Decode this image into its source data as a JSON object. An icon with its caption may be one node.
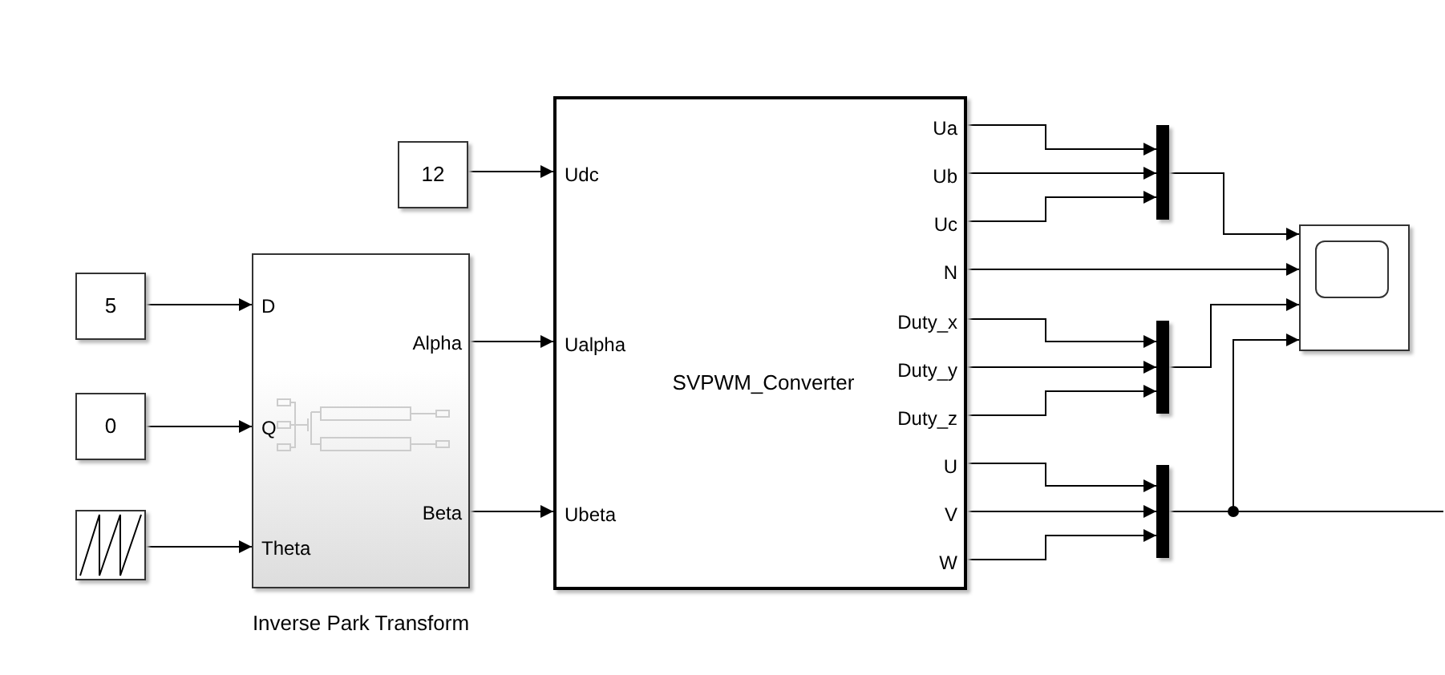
{
  "diagram": {
    "nodes": [
      {
        "text": [
          "12"
        ]
      },
      {
        "text": [
          "5"
        ]
      },
      {
        "text": [
          "0"
        ]
      },
      {
        "text": [],
        "shape": "box"
      },
      {
        "text": [
          "D",
          "Q",
          "Theta",
          "Alpha",
          "Beta"
        ],
        "beside": [
          "Inverse Park Transform"
        ]
      },
      {
        "text": [
          "Udc",
          "Ualpha",
          "Ubeta",
          "SVPWM_Converter",
          "Ua",
          "Ub",
          "Uc",
          "N",
          "Duty_x",
          "Duty_y",
          "Duty_z",
          "U",
          "V",
          "W"
        ]
      },
      {
        "text": [],
        "shape": "bar"
      },
      {
        "text": [],
        "shape": "bar"
      },
      {
        "text": [],
        "shape": "bar"
      },
      {
        "text": [],
        "shape": "box"
      }
    ],
    "edges": [
      {
        "from": 0,
        "to": 5,
        "arrow": "to"
      },
      {
        "from": 1,
        "to": 4,
        "arrow": "to"
      },
      {
        "from": 2,
        "to": 4,
        "arrow": "to"
      },
      {
        "from": 3,
        "to": 4,
        "arrow": "to"
      },
      {
        "from": 4,
        "to": 5,
        "arrow": "to"
      },
      {
        "from": 4,
        "to": 5,
        "arrow": "to"
      },
      {
        "from": 5,
        "to": 6,
        "arrow": "to"
      },
      {
        "from": 5,
        "to": 6,
        "arrow": "to"
      },
      {
        "from": 5,
        "to": 6,
        "arrow": "to"
      },
      {
        "from": 5,
        "to": 9,
        "arrow": "to"
      },
      {
        "from": 5,
        "to": 7,
        "arrow": "to"
      },
      {
        "from": 5,
        "to": 7,
        "arrow": "to"
      },
      {
        "from": 5,
        "to": 7,
        "arrow": "to"
      },
      {
        "from": 5,
        "to": 8,
        "arrow": "to"
      },
      {
        "from": 5,
        "to": 8,
        "arrow": "to"
      },
      {
        "from": 5,
        "to": 8,
        "arrow": "to"
      },
      {
        "from": 6,
        "to": 9,
        "arrow": "to"
      },
      {
        "from": 7,
        "to": 9,
        "arrow": "to"
      },
      {
        "from": 8,
        "to": 9,
        "arrow": "to"
      },
      {
        "from": 8,
        "to": null,
        "arrow": "none"
      }
    ]
  }
}
